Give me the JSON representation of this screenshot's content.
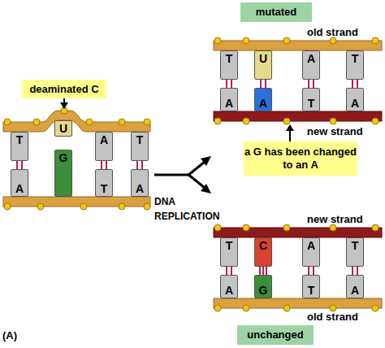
{
  "diagram": {
    "nodes": [
      {
        "text": [
          "mutated"
        ]
      },
      {
        "text": [
          "deaminated C"
        ]
      },
      {
        "text": [
          "a G has been changed to an A"
        ]
      },
      {
        "text": [
          "unchanged"
        ]
      }
    ],
    "labels": [
      "old strand",
      "T",
      "U",
      "A",
      "T",
      "A",
      "A",
      "T",
      "A",
      "new strand",
      "T",
      "U",
      "A",
      "T",
      "A",
      "G",
      "T",
      "A",
      "DNA REPLICATION",
      "new strand",
      "T",
      "C",
      "A",
      "T",
      "A",
      "G",
      "T",
      "A",
      "old strand",
      "(A)"
    ]
  }
}
